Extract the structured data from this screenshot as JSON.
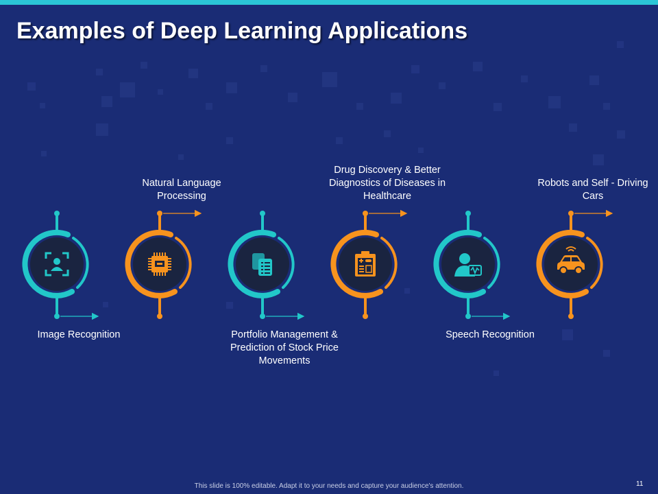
{
  "slide": {
    "title": "Examples of Deep Learning Applications",
    "footer": "This slide is 100% editable. Adapt it to your needs and capture your audience's attention.",
    "page_number": "11"
  },
  "colors": {
    "background": "#1a2c75",
    "accent_bar": "#2bc6d6",
    "teal": "#22c7c9",
    "orange": "#f7931e",
    "circle_fill": "#1a2440"
  },
  "applications": [
    {
      "label": "Image Recognition",
      "icon": "face-recognition-icon",
      "color": "teal",
      "position": "below"
    },
    {
      "label": "Natural Language Processing",
      "icon": "chip-icon",
      "color": "orange",
      "position": "above"
    },
    {
      "label": "Portfolio Management & Prediction of Stock Price Movements",
      "icon": "documents-icon",
      "color": "teal",
      "position": "below"
    },
    {
      "label": "Drug Discovery & Better Diagnostics of Diseases in Healthcare",
      "icon": "clipboard-icon",
      "color": "orange",
      "position": "above"
    },
    {
      "label": "Speech Recognition",
      "icon": "voice-recognition-icon",
      "color": "teal",
      "position": "below"
    },
    {
      "label": "Robots and Self - Driving Cars",
      "icon": "connected-car-icon",
      "color": "orange",
      "position": "above"
    }
  ]
}
